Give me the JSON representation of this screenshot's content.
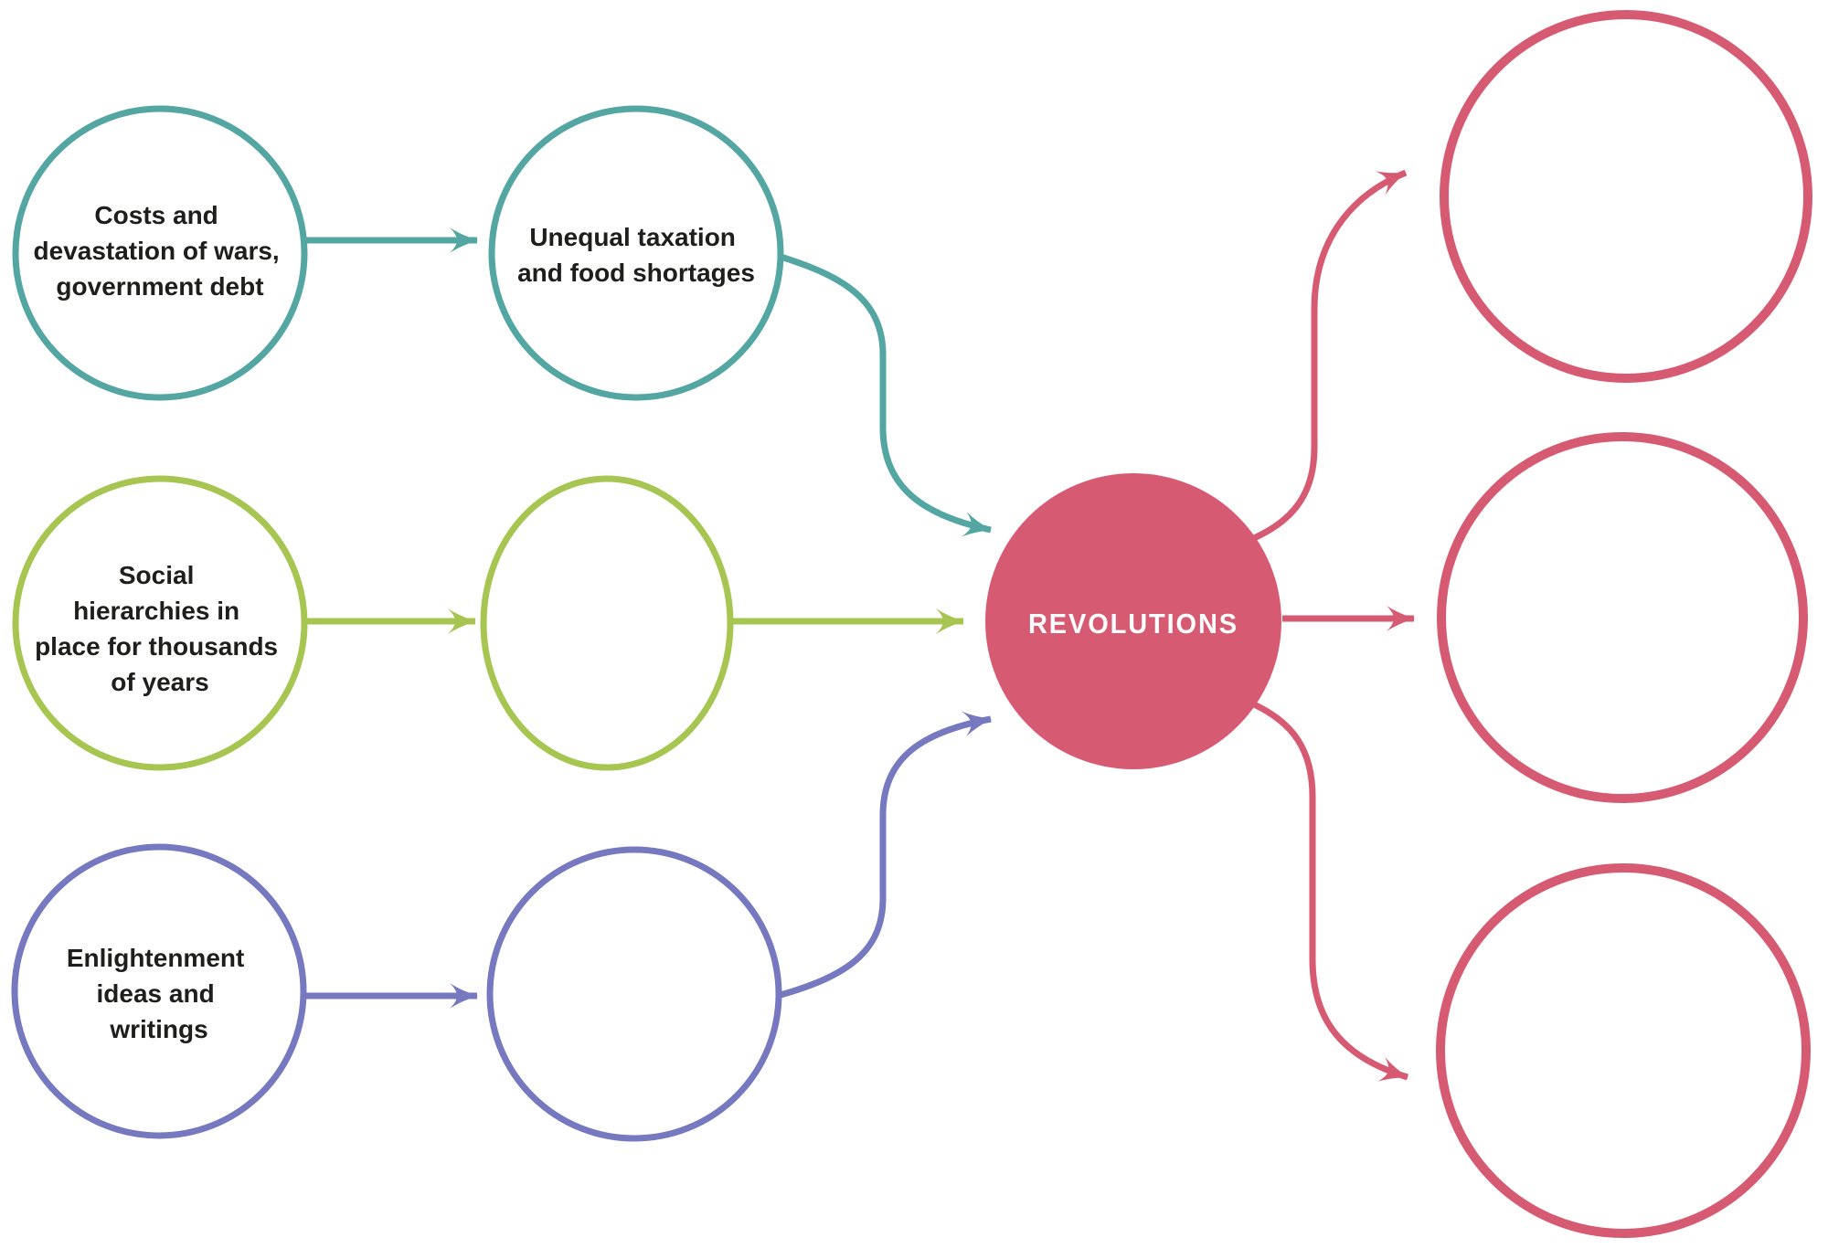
{
  "diagram": {
    "title": "Revolutions cause-and-effect concept map",
    "center": {
      "label": "REVOLUTIONS"
    },
    "nodes": {
      "cause_wars": {
        "lines": [
          "Costs and",
          "devastation of wars,",
          "government debt"
        ]
      },
      "effect_taxation": {
        "lines": [
          "Unequal taxation",
          "and food shortages"
        ]
      },
      "cause_social": {
        "lines": [
          "Social",
          "hierarchies in",
          "place for thousands",
          "of years"
        ]
      },
      "effect_social_blank": {
        "lines": []
      },
      "cause_enlightenment": {
        "lines": [
          "Enlightenment",
          "ideas and",
          "writings"
        ]
      },
      "effect_enlightenment_blank": {
        "lines": []
      },
      "outcome_blank_1": {
        "lines": []
      },
      "outcome_blank_2": {
        "lines": []
      },
      "outcome_blank_3": {
        "lines": []
      }
    },
    "edges": [
      {
        "from": "cause_wars",
        "to": "effect_taxation",
        "color": "teal"
      },
      {
        "from": "effect_taxation",
        "to": "center",
        "color": "teal"
      },
      {
        "from": "cause_social",
        "to": "effect_social_blank",
        "color": "green"
      },
      {
        "from": "effect_social_blank",
        "to": "center",
        "color": "green"
      },
      {
        "from": "cause_enlightenment",
        "to": "effect_enlightenment_blank",
        "color": "purple"
      },
      {
        "from": "effect_enlightenment_blank",
        "to": "center",
        "color": "purple"
      },
      {
        "from": "center",
        "to": "outcome_blank_1",
        "color": "red"
      },
      {
        "from": "center",
        "to": "outcome_blank_2",
        "color": "red"
      },
      {
        "from": "center",
        "to": "outcome_blank_3",
        "color": "red"
      }
    ],
    "colors": {
      "teal": "#54A6A2",
      "green": "#A7C551",
      "purple": "#7679BF",
      "red": "#D65B72",
      "text": "#1E1E1C"
    }
  }
}
